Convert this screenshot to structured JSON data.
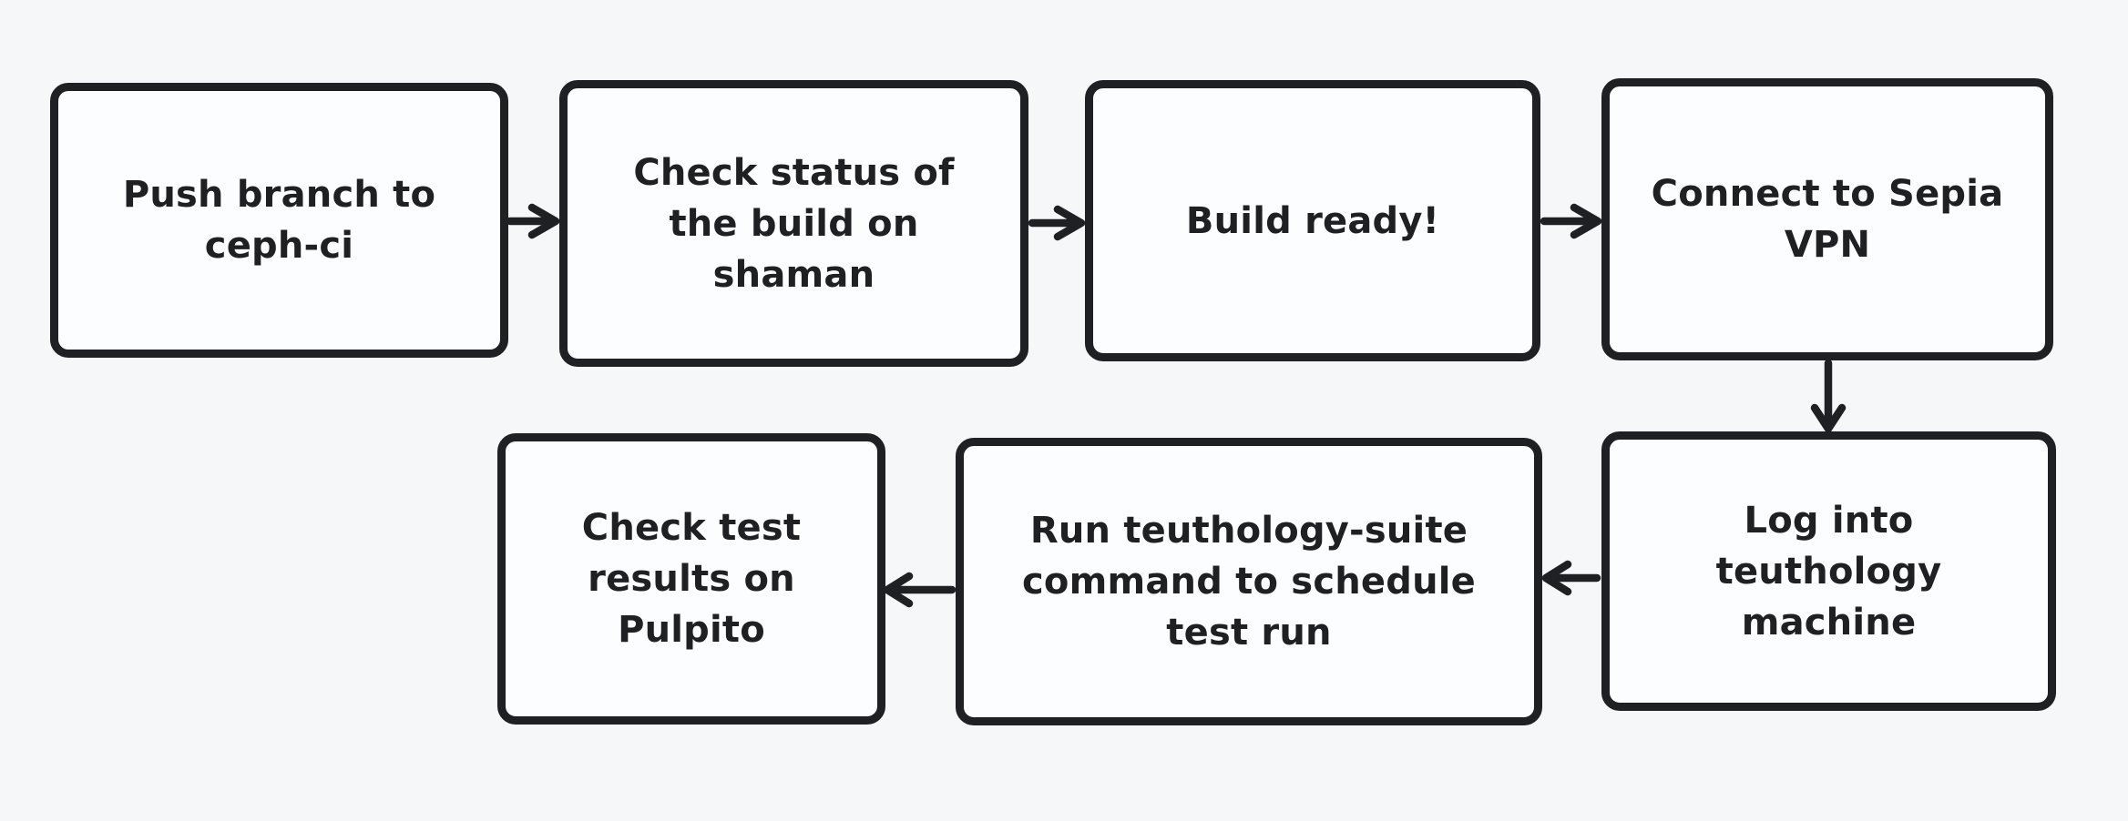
{
  "canvas": {
    "background_color": "#f6f7f9",
    "node_fill_color": "#fcfdfe",
    "stroke_color": "#1f2023"
  },
  "diagram": {
    "type": "flowchart",
    "nodes": [
      {
        "id": "push-branch-to-ceph-ci",
        "label": "Push branch to\nceph-ci"
      },
      {
        "id": "check-build-status",
        "label": "Check status of\nthe build on\nshaman"
      },
      {
        "id": "build-ready",
        "label": "Build ready!"
      },
      {
        "id": "connect-to-sepia-vpn",
        "label": "Connect to Sepia\nVPN"
      },
      {
        "id": "log-into-teuthology-machine",
        "label": "Log into\nteuthology\nmachine"
      },
      {
        "id": "run-teuthology-suite",
        "label": "Run teuthology-suite\ncommand to schedule\ntest run"
      },
      {
        "id": "check-test-results-pulpito",
        "label": "Check test\nresults on\nPulpito"
      }
    ],
    "edges": [
      {
        "from": "push-branch-to-ceph-ci",
        "to": "check-build-status",
        "direction": "right"
      },
      {
        "from": "check-build-status",
        "to": "build-ready",
        "direction": "right"
      },
      {
        "from": "build-ready",
        "to": "connect-to-sepia-vpn",
        "direction": "right"
      },
      {
        "from": "connect-to-sepia-vpn",
        "to": "log-into-teuthology-machine",
        "direction": "down"
      },
      {
        "from": "log-into-teuthology-machine",
        "to": "run-teuthology-suite",
        "direction": "left"
      },
      {
        "from": "run-teuthology-suite",
        "to": "check-test-results-pulpito",
        "direction": "left"
      }
    ]
  }
}
